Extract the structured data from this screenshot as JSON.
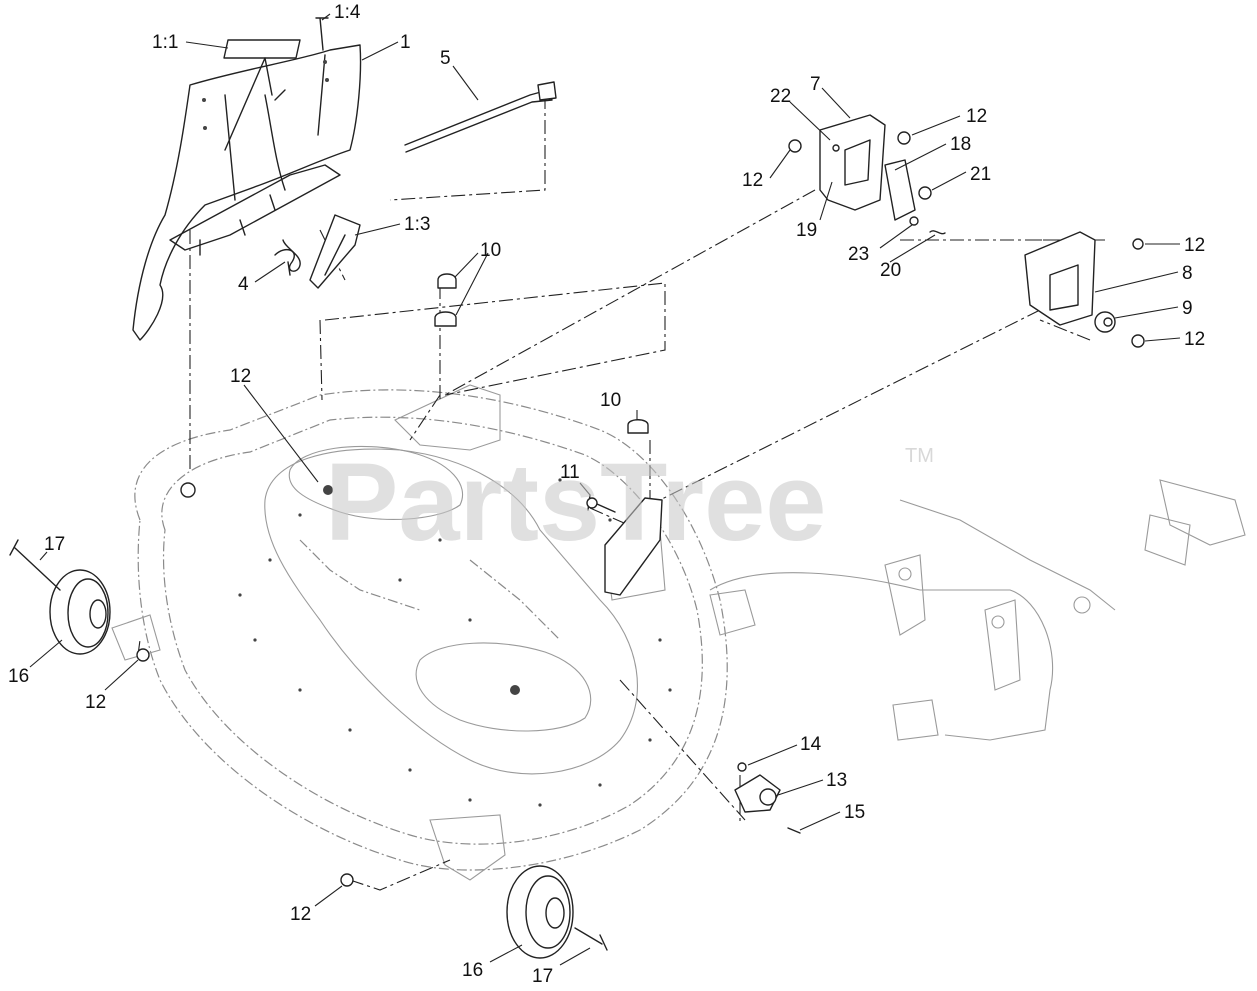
{
  "watermark": {
    "brand": "PartsTree",
    "trademark": "TM"
  },
  "callouts": [
    {
      "label": "1:4"
    },
    {
      "label": "1:1"
    },
    {
      "label": "1"
    },
    {
      "label": "5"
    },
    {
      "label": "7"
    },
    {
      "label": "22"
    },
    {
      "label": "12"
    },
    {
      "label": "18"
    },
    {
      "label": "12"
    },
    {
      "label": "21"
    },
    {
      "label": "1:3"
    },
    {
      "label": "19"
    },
    {
      "label": "23"
    },
    {
      "label": "20"
    },
    {
      "label": "4"
    },
    {
      "label": "10"
    },
    {
      "label": "12"
    },
    {
      "label": "8"
    },
    {
      "label": "9"
    },
    {
      "label": "12"
    },
    {
      "label": "12"
    },
    {
      "label": "10"
    },
    {
      "label": "11"
    },
    {
      "label": "17"
    },
    {
      "label": "16"
    },
    {
      "label": "12"
    },
    {
      "label": "14"
    },
    {
      "label": "13"
    },
    {
      "label": "15"
    },
    {
      "label": "12"
    },
    {
      "label": "16"
    },
    {
      "label": "17"
    }
  ]
}
